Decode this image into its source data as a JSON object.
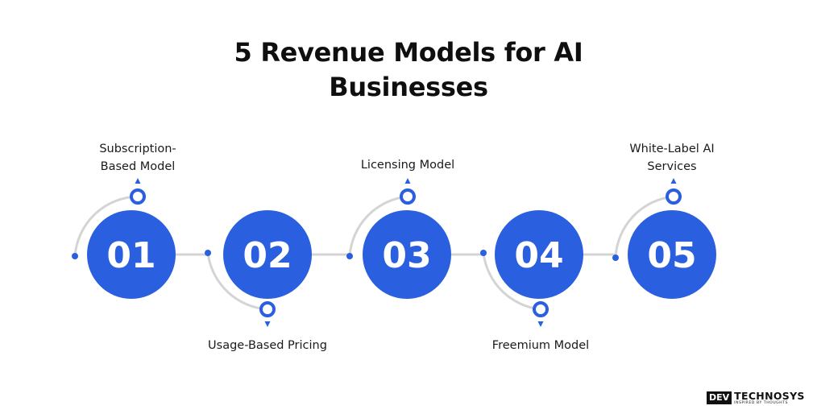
{
  "title": {
    "line1": "5 Revenue Models for AI",
    "line2": "Businesses"
  },
  "colors": {
    "accent": "#2a5fe0",
    "arc": "#d4d4d4",
    "connector": "#d4d4d4",
    "text": "#1a1a1a"
  },
  "steps": [
    {
      "number": "01",
      "label_lines": [
        "Subscription-",
        "Based Model"
      ],
      "position": "above"
    },
    {
      "number": "02",
      "label_lines": [
        "Usage-Based Pricing"
      ],
      "position": "below"
    },
    {
      "number": "03",
      "label_lines": [
        "Licensing Model"
      ],
      "position": "above"
    },
    {
      "number": "04",
      "label_lines": [
        "Freemium Model"
      ],
      "position": "below"
    },
    {
      "number": "05",
      "label_lines": [
        "White-Label AI",
        "Services"
      ],
      "position": "above"
    }
  ],
  "logo": {
    "box": "DEV",
    "main": "TECHNOSYS",
    "tagline": "INSPIRED BY THOUGHTS"
  }
}
